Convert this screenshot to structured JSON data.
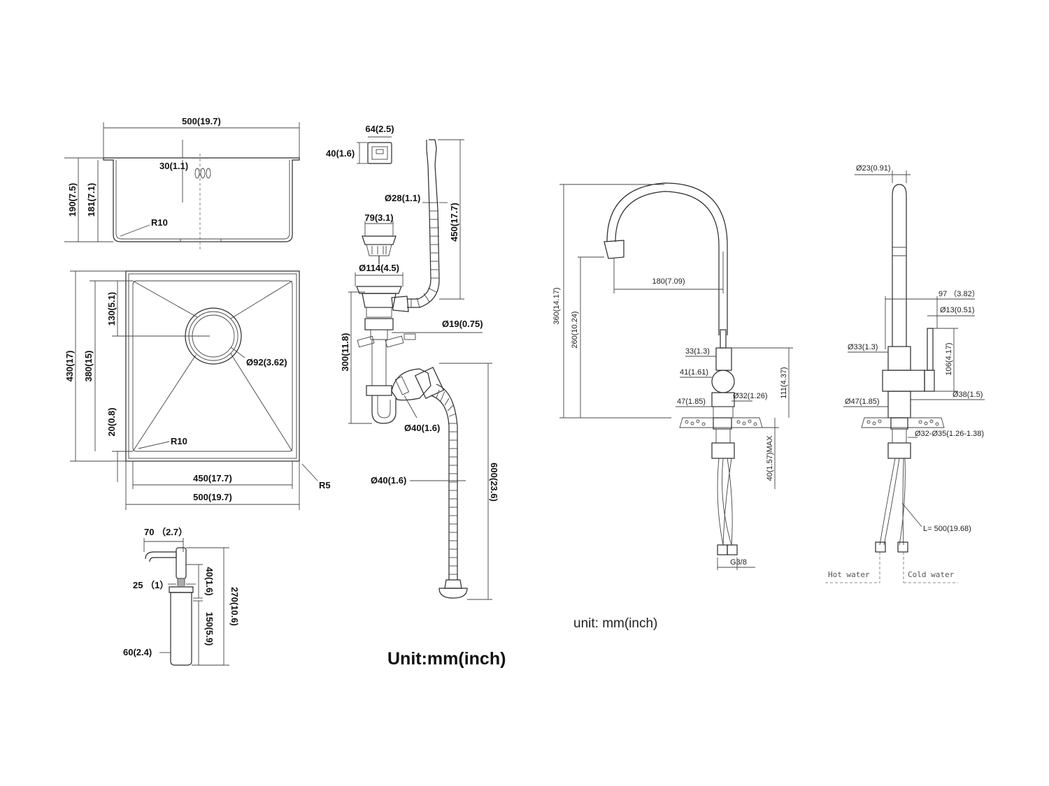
{
  "sink_side": {
    "width_top": "500(19.7)",
    "flange": "30(1.1)",
    "height_outer": "190(7.5)",
    "height_inner": "181(7.1)",
    "radius": "R10"
  },
  "sink_top": {
    "depth_outer": "430(17)",
    "depth_inner": "380(15)",
    "drain_offset": "130(5.1)",
    "bottom_margin": "20(0.8)",
    "drain_dia": "Ø92(3.62)",
    "radius": "R10",
    "width_inner": "450(17.7)",
    "width_outer": "500(19.7)",
    "corner": "R5"
  },
  "drain": {
    "overflow_w": "64(2.5)",
    "overflow_h": "40(1.6)",
    "hose_dia": "Ø28(1.1)",
    "hose_len": "450(17.7)",
    "strainer_dia": "79(3.1)",
    "basket_dia": "Ø114(4.5)",
    "inlet_dia": "Ø19(0.75)",
    "trap_h": "300(11.8)",
    "trap_dia": "Ø40(1.6)",
    "pipe_dia": "Ø40(1.6)",
    "pipe_len": "600(23.6)",
    "unit": "Unit:mm(inch)"
  },
  "dispenser": {
    "nozzle": "70 （2.7）",
    "neck_w": "25 （1）",
    "neck_h": "40(1.6)",
    "total_h": "270(10.6)",
    "bottle_h": "150(5.9)",
    "bottle_w": "60(2.4)"
  },
  "faucet_front": {
    "height": "360(14.17)",
    "spout_h": "260(10.24)",
    "reach": "180(7.09)",
    "lever": "33(1.3)",
    "body": "41(1.61)",
    "base": "47(1.85)",
    "shank": "Ø32(1.26)",
    "upper_h": "111(4.37)",
    "max_thick": "40(1.57)MAX",
    "thread": "G3/8"
  },
  "faucet_side": {
    "tube": "Ø23(0.91)",
    "offset": "97 （3.82）",
    "handle_dia": "Ø13(0.51)",
    "handle_h": "106(4.17)",
    "body": "Ø33(1.3)",
    "base_dia": "Ø47(1.85)",
    "collar": "Ø38(1.5)",
    "hole": "Ø32-Ø35(1.26-1.38)",
    "hose_len": "L= 500(19.68)",
    "hot": "Hot water",
    "cold": "Cold water"
  },
  "unit_note": "unit: mm(inch)"
}
